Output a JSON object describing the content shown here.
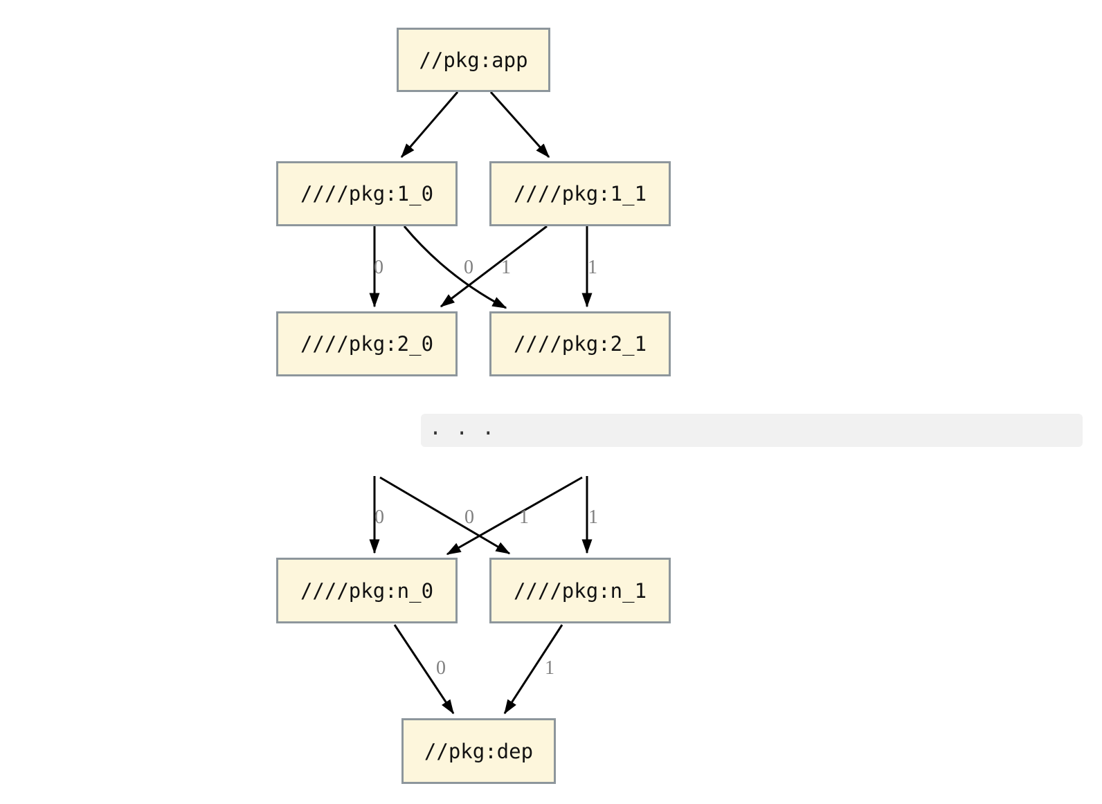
{
  "diagram": {
    "nodes": {
      "app": {
        "label": "//pkg:app"
      },
      "l1_0": {
        "label": "////pkg:1_0"
      },
      "l1_1": {
        "label": "////pkg:1_1"
      },
      "l2_0": {
        "label": "////pkg:2_0"
      },
      "l2_1": {
        "label": "////pkg:2_1"
      },
      "ln_0": {
        "label": "////pkg:n_0"
      },
      "ln_1": {
        "label": "////pkg:n_1"
      },
      "dep": {
        "label": "//pkg:dep"
      }
    },
    "ellipsis_text": ". . .",
    "edges": [
      {
        "from": "app",
        "to": "l1_0",
        "label": ""
      },
      {
        "from": "app",
        "to": "l1_1",
        "label": ""
      },
      {
        "from": "l1_0",
        "to": "l2_0",
        "label": "0"
      },
      {
        "from": "l1_1",
        "to": "l2_0",
        "label": "0"
      },
      {
        "from": "l1_0",
        "to": "l2_1",
        "label": "1"
      },
      {
        "from": "l1_1",
        "to": "l2_1",
        "label": "1"
      },
      {
        "from": "...",
        "to": "ln_0",
        "label": "0"
      },
      {
        "from": "...",
        "to": "ln_0",
        "label": "0"
      },
      {
        "from": "...",
        "to": "ln_1",
        "label": "1"
      },
      {
        "from": "...",
        "to": "ln_1",
        "label": "1"
      },
      {
        "from": "ln_0",
        "to": "dep",
        "label": "0"
      },
      {
        "from": "ln_1",
        "to": "dep",
        "label": "1"
      }
    ],
    "colors": {
      "node_fill": "#fdf6dc",
      "node_border": "#8d969c",
      "edge": "#000000",
      "edge_label": "#7f7f7f",
      "ellipsis_background": "#f1f1f1",
      "node_text": "#111111"
    }
  }
}
